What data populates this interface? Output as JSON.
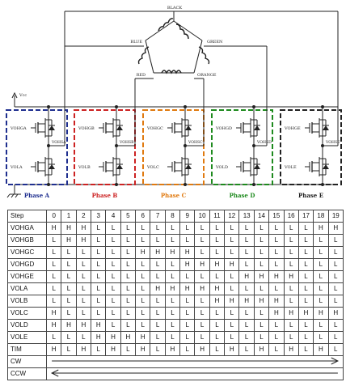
{
  "wires": {
    "black": "BLACK",
    "blue": "BLUE",
    "green": "GREEN",
    "red": "RED",
    "orange": "ORANGE",
    "vcc": "Vcc"
  },
  "phases": [
    {
      "label": "Phase A",
      "color": "#1f2f8f",
      "high": "VOHGA",
      "low": "VOLA",
      "out": "VOHSA"
    },
    {
      "label": "Phase B",
      "color": "#cc2222",
      "high": "VOHGB",
      "low": "VOLB",
      "out": "VOHSB"
    },
    {
      "label": "Phase C",
      "color": "#e07a10",
      "high": "VOHGC",
      "low": "VOLC",
      "out": "VOHSC"
    },
    {
      "label": "Phase D",
      "color": "#1e8a1e",
      "high": "VOHGD",
      "low": "VOLD",
      "out": "VOHSD"
    },
    {
      "label": "Phase E",
      "color": "#222222",
      "high": "VOHGE",
      "low": "VOLE",
      "out": "VOHSE"
    }
  ],
  "table": {
    "step_label": "Step",
    "steps": [
      "0",
      "1",
      "2",
      "3",
      "4",
      "5",
      "6",
      "7",
      "8",
      "9",
      "10",
      "11",
      "12",
      "13",
      "14",
      "15",
      "16",
      "17",
      "18",
      "19"
    ],
    "rows": [
      {
        "name": "VOHGA",
        "values": [
          "H",
          "H",
          "H",
          "L",
          "L",
          "L",
          "L",
          "L",
          "L",
          "L",
          "L",
          "L",
          "L",
          "L",
          "L",
          "L",
          "L",
          "L",
          "H",
          "H"
        ]
      },
      {
        "name": "VOHGB",
        "values": [
          "L",
          "H",
          "H",
          "L",
          "L",
          "L",
          "L",
          "L",
          "L",
          "L",
          "L",
          "L",
          "L",
          "L",
          "L",
          "L",
          "L",
          "L",
          "L",
          "L"
        ]
      },
      {
        "name": "VOHGC",
        "values": [
          "L",
          "L",
          "L",
          "L",
          "L",
          "L",
          "H",
          "H",
          "H",
          "H",
          "L",
          "L",
          "L",
          "L",
          "L",
          "L",
          "L",
          "L",
          "L",
          "L"
        ]
      },
      {
        "name": "VOHGD",
        "values": [
          "L",
          "L",
          "L",
          "L",
          "L",
          "L",
          "L",
          "L",
          "L",
          "H",
          "H",
          "H",
          "H",
          "L",
          "L",
          "L",
          "L",
          "L",
          "L",
          "L"
        ]
      },
      {
        "name": "VOHGE",
        "values": [
          "L",
          "L",
          "L",
          "L",
          "L",
          "L",
          "L",
          "L",
          "L",
          "L",
          "L",
          "L",
          "L",
          "H",
          "H",
          "H",
          "H",
          "L",
          "L",
          "L"
        ]
      },
      {
        "name": "VOLA",
        "values": [
          "L",
          "L",
          "L",
          "L",
          "L",
          "L",
          "L",
          "H",
          "H",
          "H",
          "H",
          "H",
          "L",
          "L",
          "L",
          "L",
          "L",
          "L",
          "L",
          "L"
        ]
      },
      {
        "name": "VOLB",
        "values": [
          "L",
          "L",
          "L",
          "L",
          "L",
          "L",
          "L",
          "L",
          "L",
          "L",
          "L",
          "H",
          "H",
          "H",
          "H",
          "H",
          "L",
          "L",
          "L",
          "L"
        ]
      },
      {
        "name": "VOLC",
        "values": [
          "H",
          "L",
          "L",
          "L",
          "L",
          "L",
          "L",
          "L",
          "L",
          "L",
          "L",
          "L",
          "L",
          "L",
          "L",
          "H",
          "H",
          "H",
          "H",
          "H"
        ]
      },
      {
        "name": "VOLD",
        "values": [
          "H",
          "H",
          "H",
          "H",
          "L",
          "L",
          "L",
          "L",
          "L",
          "L",
          "L",
          "L",
          "L",
          "L",
          "L",
          "L",
          "L",
          "L",
          "L",
          "L"
        ]
      },
      {
        "name": "VOLE",
        "values": [
          "L",
          "L",
          "L",
          "H",
          "H",
          "H",
          "H",
          "L",
          "L",
          "L",
          "L",
          "L",
          "L",
          "L",
          "L",
          "L",
          "L",
          "L",
          "L",
          "L"
        ]
      },
      {
        "name": "TIM",
        "values": [
          "H",
          "L",
          "H",
          "L",
          "H",
          "L",
          "H",
          "L",
          "H",
          "L",
          "H",
          "L",
          "H",
          "L",
          "H",
          "L",
          "H",
          "L",
          "H",
          "L"
        ]
      }
    ],
    "cw_label": "CW",
    "ccw_label": "CCW"
  }
}
